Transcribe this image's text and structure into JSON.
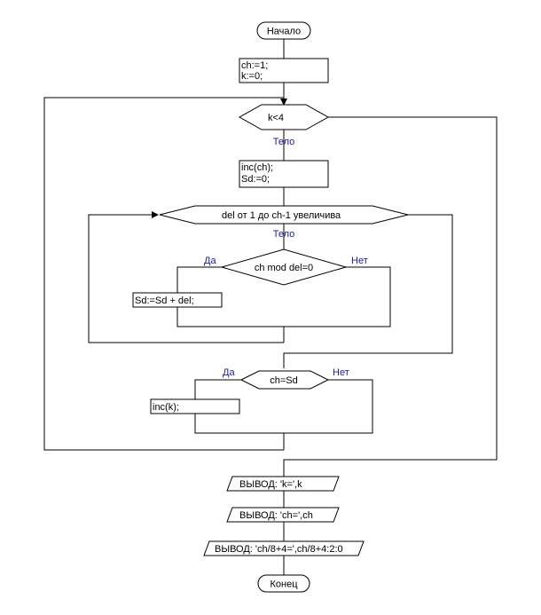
{
  "flowchart": {
    "start": "Начало",
    "end": "Конец",
    "init": [
      "ch:=1;",
      "k:=0;"
    ],
    "outer_cond": "k<4",
    "outer_body_label": "Тело",
    "outer_body": [
      "inc(ch);",
      "Sd:=0;"
    ],
    "inner_loop": "del  от  1  до  ch-1 увеличива",
    "inner_body_label": "Тело",
    "mod_cond": "ch mod del=0",
    "mod_yes": "Да",
    "mod_no": "Нет",
    "sum_stmt": "Sd:=Sd + del;",
    "eq_cond": "ch=Sd",
    "eq_yes": "Да",
    "eq_no": "Нет",
    "inc_k": "inc(k);",
    "out1": "ВЫВОД:  'k=',k",
    "out2": "ВЫВОД:  'ch=',ch",
    "out3": "ВЫВОД:  'ch/8+4=',ch/8+4:2:0"
  },
  "colors": {
    "line": "#000000",
    "branch_label": "#1a1aa0"
  }
}
